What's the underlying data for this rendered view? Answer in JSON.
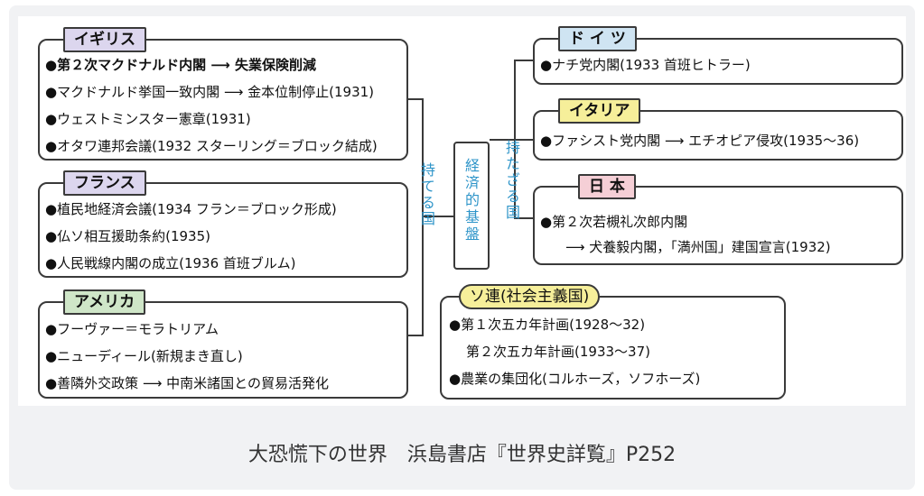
{
  "colors": {
    "blue_text": "#2f95c9",
    "label_purple": "#dcd6ee",
    "label_green": "#cfe6c8",
    "label_blue": "#cfe4f2",
    "label_yellow": "#f6ef9a",
    "label_pink": "#f5cfd6"
  },
  "haves": "持てる国",
  "have_nots": "持たざる国",
  "center": "経済的基盤",
  "britain": {
    "label": "イギリス",
    "lines": [
      "●第２次マクドナルド内閣 ⟶ 失業保険削減",
      "●マクドナルド挙国一致内閣 ⟶ 金本位制停止(1931)",
      "●ウェストミンスター憲章(1931)",
      "●オタワ連邦会議(1932 スターリング＝ブロック結成)"
    ]
  },
  "france": {
    "label": "フランス",
    "lines": [
      "●植民地経済会議(1934 フラン＝ブロック形成)",
      "●仏ソ相互援助条約(1935)",
      "●人民戦線内閣の成立(1936 首班ブルム)"
    ]
  },
  "america": {
    "label": "アメリカ",
    "lines": [
      "●フーヴァー＝モラトリアム",
      "●ニューディール(新規まき直し)",
      "●善隣外交政策 ⟶ 中南米諸国との貿易活発化"
    ]
  },
  "germany": {
    "label": "ド イ ツ",
    "lines": [
      "●ナチ党内閣(1933 首班ヒトラー)"
    ]
  },
  "italy": {
    "label": "イタリア",
    "lines": [
      "●ファシスト党内閣 ⟶ エチオピア侵攻(1935〜36)"
    ]
  },
  "japan": {
    "label": "日 本",
    "lines": [
      "●第２次若槻礼次郎内閣",
      "⟶ 犬養毅内閣，「満州国」建国宣言(1932)"
    ]
  },
  "soviet": {
    "label": "ソ連(社会主義国)",
    "lines": [
      "●第１次五カ年計画(1928〜32)",
      "第２次五カ年計画(1933〜37)",
      "●農業の集団化(コルホーズ，ソフホーズ)"
    ]
  },
  "caption": "大恐慌下の世界　浜島書店『世界史詳覧』P252"
}
